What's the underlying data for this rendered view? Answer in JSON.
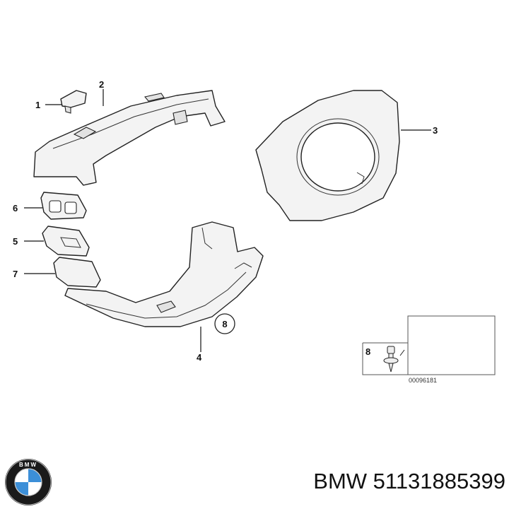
{
  "callouts": {
    "c1": "1",
    "c2": "2",
    "c3": "3",
    "c4": "4",
    "c5": "5",
    "c6": "6",
    "c7": "7",
    "c8_circled": "8",
    "c8_inset": "8"
  },
  "inset": {
    "diagram_code": "00096181"
  },
  "footer": {
    "part_number": "BMW 51131885399",
    "logo_text": "BMW"
  },
  "colors": {
    "logo_blue": "#3c8fd8",
    "logo_ring": "#1a1a1a"
  }
}
